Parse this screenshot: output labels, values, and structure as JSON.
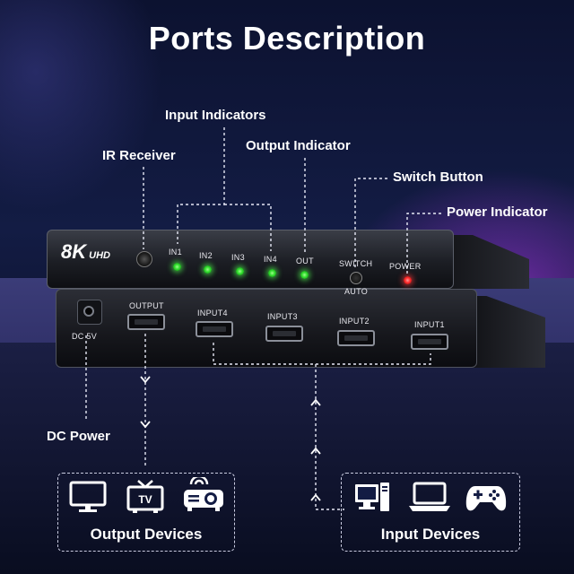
{
  "title": "Ports Description",
  "callouts": {
    "input_indicators": "Input Indicators",
    "ir_receiver": "IR Receiver",
    "output_indicator": "Output Indicator",
    "switch_button": "Switch Button",
    "power_indicator": "Power Indicator",
    "dc_power": "DC Power"
  },
  "device_front": {
    "brand": "8K",
    "brand_sub": "UHD",
    "in1": "IN1",
    "in2": "IN2",
    "in3": "IN3",
    "in4": "IN4",
    "out": "OUT",
    "switch": "SWITCH",
    "auto": "AUTO",
    "power": "POWER"
  },
  "device_rear": {
    "dc": "DC 5V",
    "output": "OUTPUT",
    "input4": "INPUT4",
    "input3": "INPUT3",
    "input2": "INPUT2",
    "input1": "INPUT1"
  },
  "output_box": {
    "label": "Output Devices",
    "icons": [
      "monitor-icon",
      "tv-icon",
      "projector-icon"
    ],
    "tv_text": "TV"
  },
  "input_box": {
    "label": "Input Devices",
    "icons": [
      "desktop-computer-icon",
      "laptop-icon",
      "gamepad-icon"
    ]
  },
  "colors": {
    "led_green": "#2fdc2c",
    "led_red": "#ff2b2b",
    "background": "#131c44",
    "shelf": "#3b3c78"
  }
}
